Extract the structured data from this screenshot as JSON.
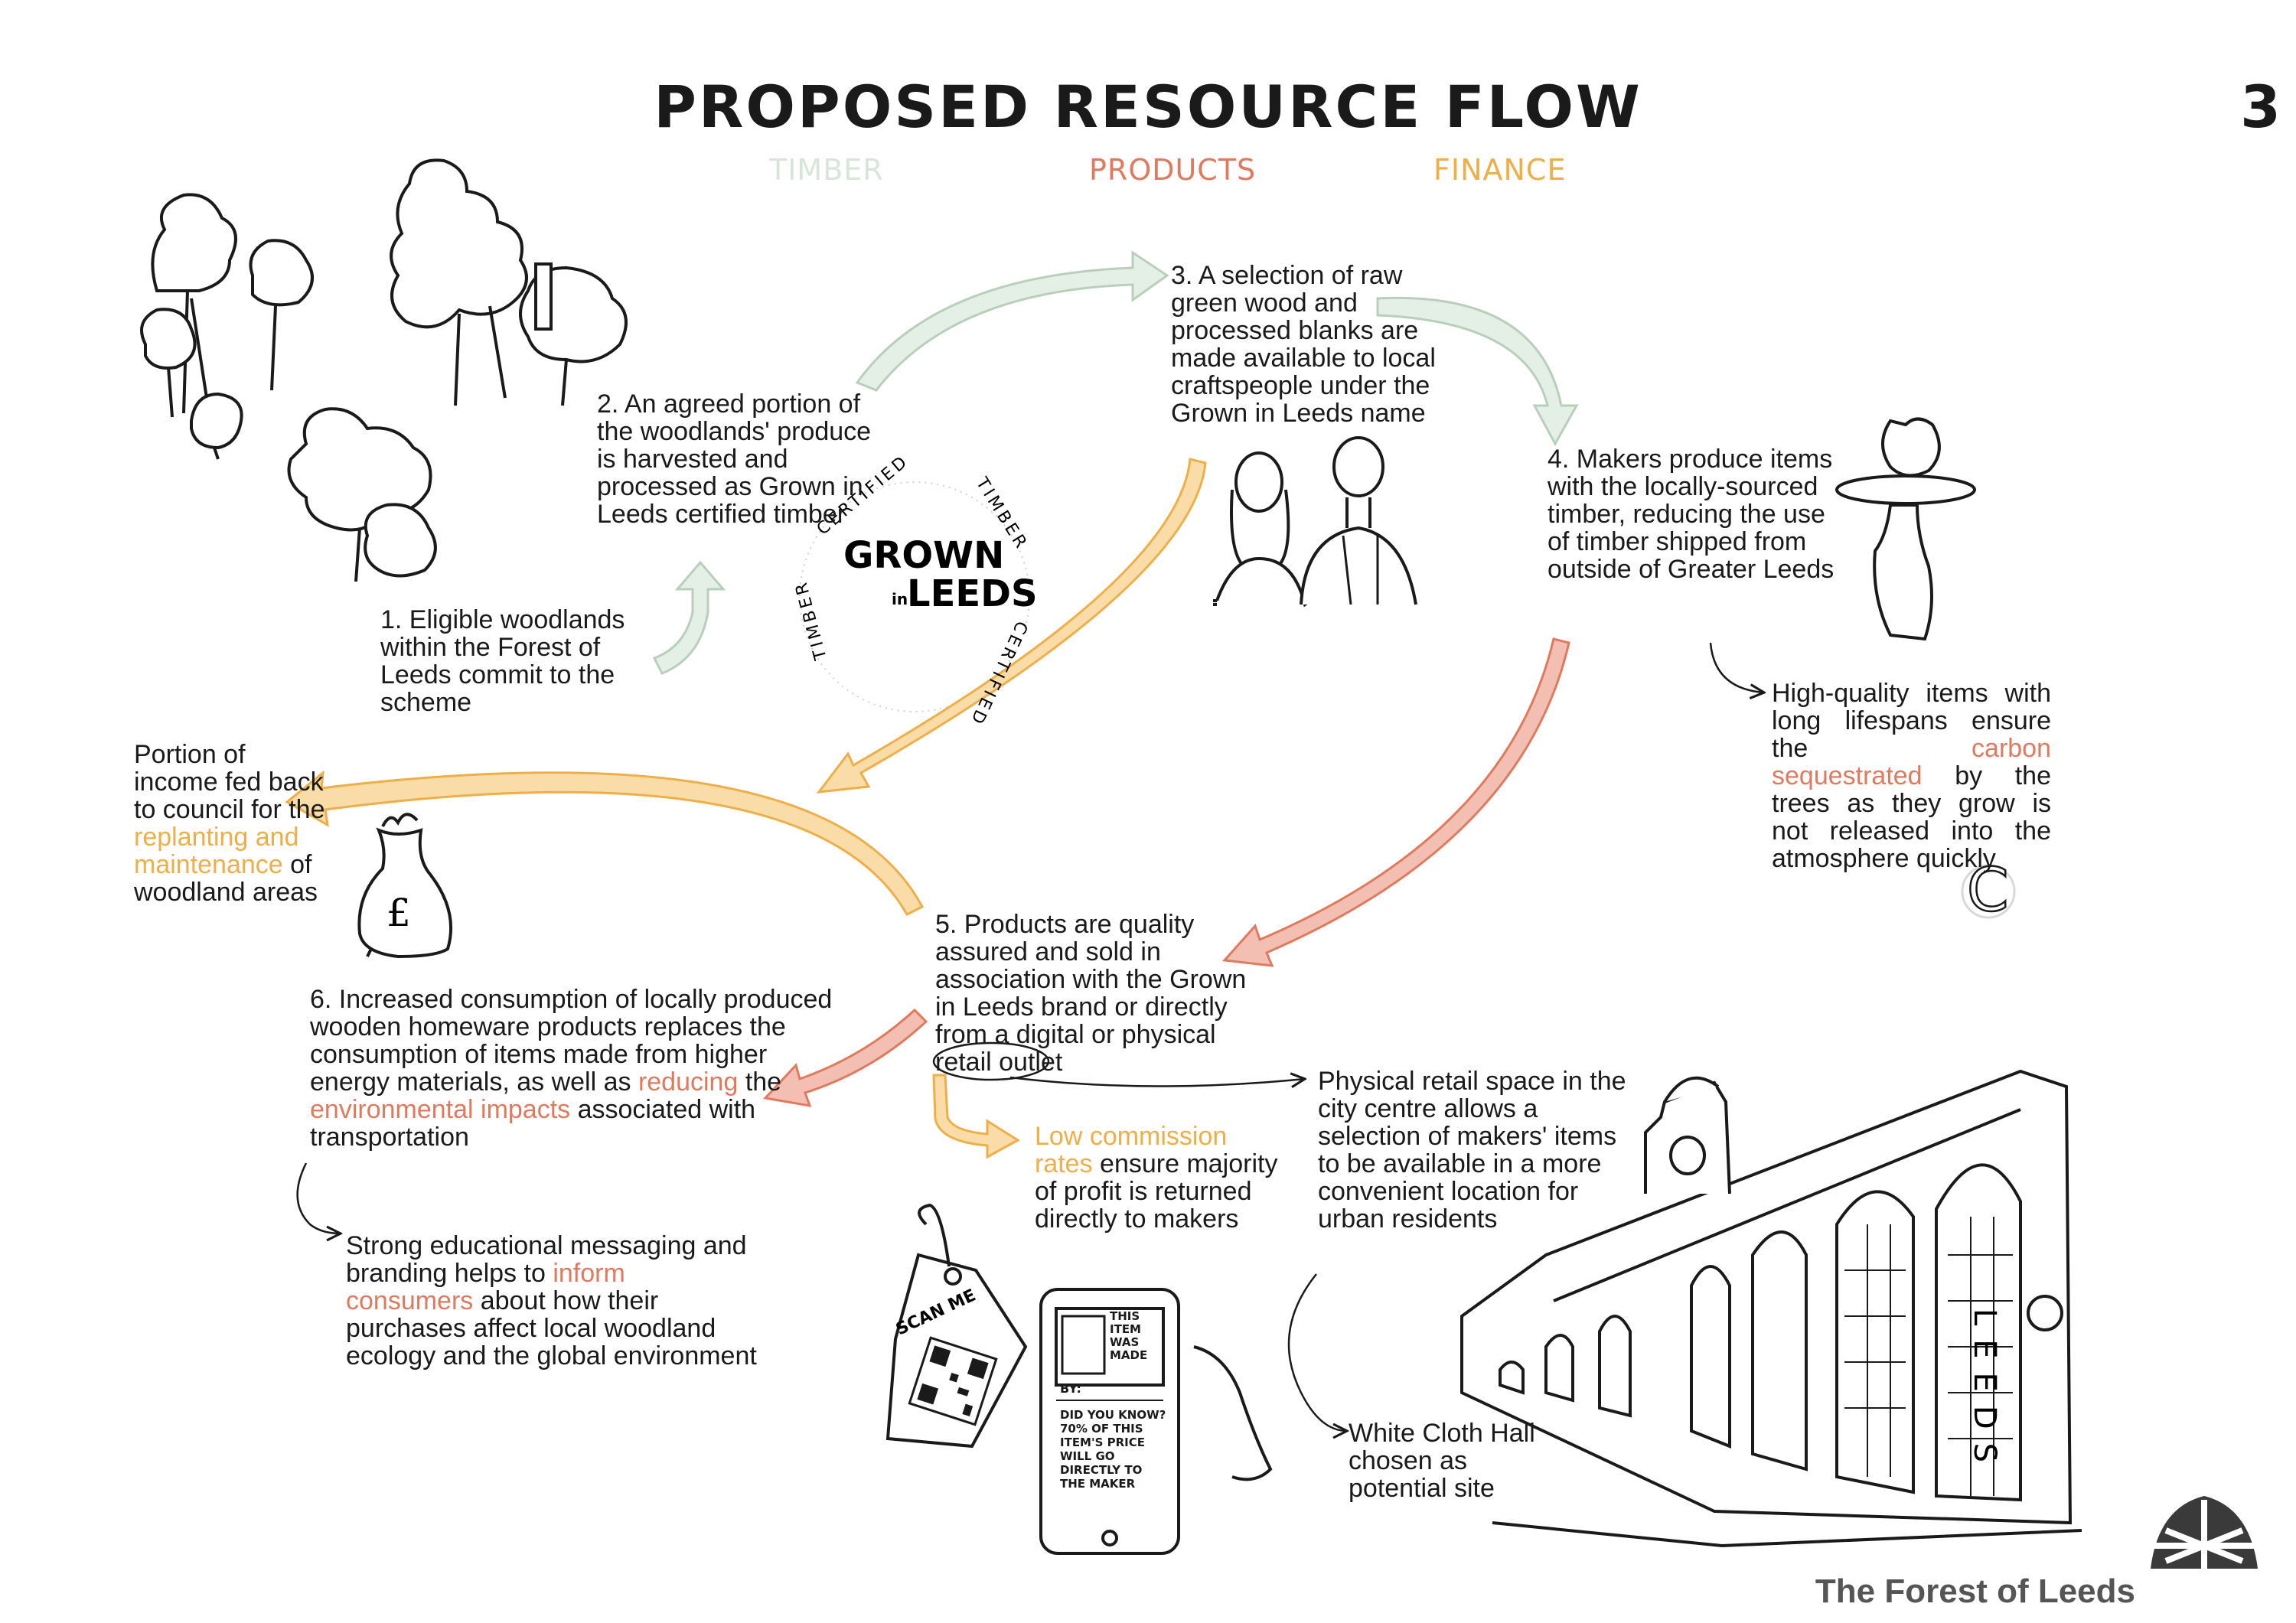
{
  "title": "PROPOSED RESOURCE FLOW",
  "page_number": "3",
  "legend": [
    {
      "label": "TIMBER",
      "color": "#d8e6da"
    },
    {
      "label": "PRODUCTS",
      "color": "#e07a5f"
    },
    {
      "label": "FINANCE",
      "color": "#eeae48"
    }
  ],
  "colors": {
    "timber": "#e4efe5",
    "timber_stroke": "#b9cfbc",
    "products": "#f4bfb3",
    "products_stroke": "#e07a5f",
    "finance": "#f9dca7",
    "finance_stroke": "#eeae48"
  },
  "steps": {
    "s1": "1. Eligible woodlands within the Forest of Leeds commit to the scheme",
    "s2": "2. An agreed portion of the woodlands' produce is harvested and processed as Grown in Leeds certified timber",
    "s3": "3. A selection of raw green wood and processed blanks are made available to local craftspeople under the Grown in Leeds name",
    "s4": "4. Makers produce items with the locally-sourced timber, reducing the use of timber shipped from outside of Greater Leeds",
    "s5": "5. Products are quality assured and sold in association with the Grown in Leeds brand or directly from a digital or physical retail outlet"
  },
  "step6": {
    "a": "6. Increased consumption of locally produced wooden homeware products replaces the consumption of items made from higher energy materials, as well as ",
    "b": "reducing",
    "c": " the ",
    "d": "environmental impacts",
    "e": " associated with transportation"
  },
  "income": {
    "a": "Portion of income fed back to council for the ",
    "b": "replanting and maintenance",
    "c": " of woodland areas"
  },
  "carbon": {
    "a": "High-quality items with long lifespans ensure the ",
    "b": "carbon sequestrated",
    "c": " by the trees as they grow is not released into the atmosphere quickly"
  },
  "commission": {
    "a": "Low commission rates",
    "b": " ensure majority of profit is returned directly to makers"
  },
  "education": {
    "a": "Strong educational messaging and branding helps to ",
    "b": "inform consumers",
    "c": " about how their purchases affect local woodland ecology and the global environment"
  },
  "retail": "Physical retail space in the city centre allows a selection of makers' items to be available in a more convenient location for urban residents",
  "site": "White Cloth Hall chosen as potential site",
  "seal": {
    "top": "CERTIFIED",
    "right": "TIMBER",
    "bottom": "CERTIFIED",
    "left": "TIMBER",
    "brand1": "GROWN",
    "brand2": "in",
    "brand3": "LEEDS"
  },
  "tag": "SCAN ME",
  "phone": {
    "line1": "THIS ITEM WAS MADE",
    "by": "BY:",
    "know": "DID YOU KNOW? 70% OF THIS ITEM'S PRICE WILL GO DIRECTLY TO THE MAKER"
  },
  "building_sign": "LEEDS",
  "carbon_symbol": "C",
  "bag_symbol": "£",
  "footer_brand": "The Forest of Leeds"
}
